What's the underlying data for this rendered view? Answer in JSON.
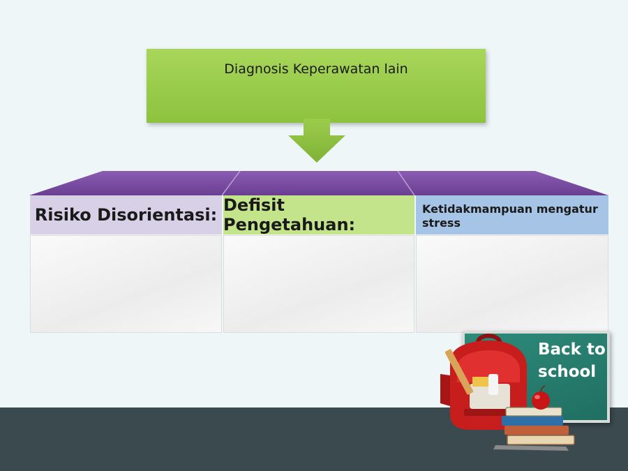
{
  "top_box": {
    "label": "Diagnosis Keperawatan lain"
  },
  "columns": [
    {
      "header": "Risiko Disorientasi:",
      "color": "#d8d0e6"
    },
    {
      "header": "Defisit Pengetahuan:",
      "color": "#c3e48a"
    },
    {
      "header": "Ketidakmampuan mengatur stress",
      "color": "#a6c4e6"
    }
  ],
  "tray_color": "#7a4fa0",
  "accent_green": "#8dc23e",
  "board": {
    "line1": "Back to",
    "line2": "school",
    "color": "#2e8a7a"
  },
  "icons": [
    "backpack-icon",
    "books-icon",
    "apple-icon",
    "chalkboard-icon"
  ]
}
